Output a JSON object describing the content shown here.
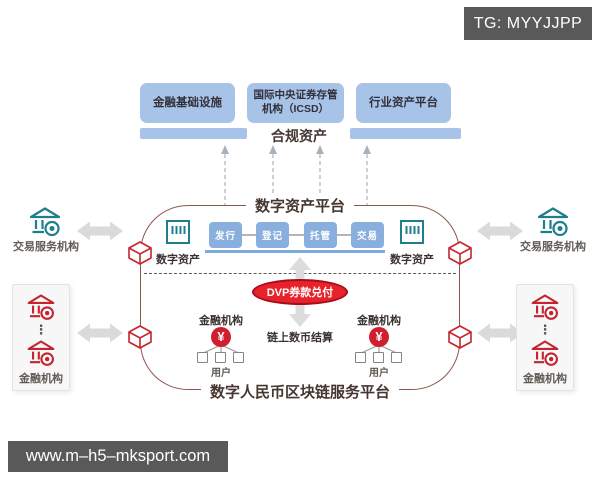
{
  "badges": {
    "tg": "TG: MYYJJPP",
    "watermark": "www.m–h5–mksport.com"
  },
  "top_row": {
    "boxes": [
      "金融基础设施",
      "国际中央证券存管机构（ICSD）",
      "行业资产平台"
    ],
    "bar_label": "合规资产"
  },
  "platform_top": {
    "title": "数字资产平台",
    "asset_label_left": "数字资产",
    "asset_label_right": "数字资产",
    "functions": [
      "发行",
      "登记",
      "托管",
      "交易"
    ]
  },
  "platform_bottom": {
    "title": "数字人民币区块链服务平台",
    "dvp_label": "DVP券款兑付",
    "settlement_label": "链上数币结算",
    "fi_label_left": "金融机构",
    "fi_label_right": "金融机构",
    "user_label_left": "用户",
    "user_label_right": "用户",
    "yen_symbol_left": "¥",
    "yen_symbol_right": "¥",
    "dots_left": "⋮",
    "dots_right": "⋮"
  },
  "sides": {
    "trade_service_left": "交易服务机构",
    "trade_service_right": "交易服务机构",
    "fi_card_left": "金融机构",
    "fi_card_right": "金融机构"
  },
  "colors": {
    "light_blue": "#a7c4e8",
    "mid_blue": "#88afde",
    "platform_border": "#8d564e",
    "red": "#c5242f",
    "dvp_red": "#e8212b",
    "teal": "#1d7f8c",
    "arrow_gray": "#dadada",
    "badge_gray": "#595959"
  }
}
